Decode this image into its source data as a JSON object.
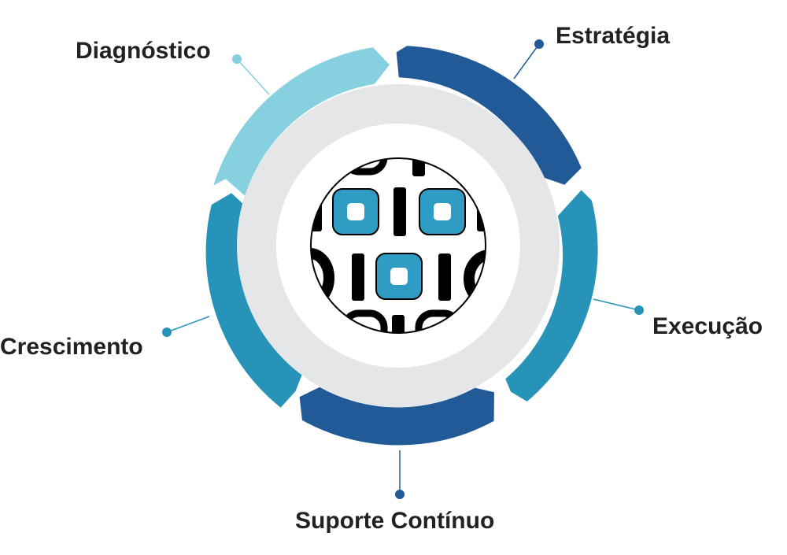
{
  "diagram": {
    "stages": [
      {
        "id": "diagnostico",
        "label": "Diagnóstico",
        "color": "#86d0e0"
      },
      {
        "id": "estrategia",
        "label": "Estratégia",
        "color": "#215a97"
      },
      {
        "id": "execucao",
        "label": "Execução",
        "color": "#2793b9"
      },
      {
        "id": "suporte",
        "label": "Suporte Contínuo",
        "color": "#215a97"
      },
      {
        "id": "crescimento",
        "label": "Crescimento",
        "color": "#2793b9"
      }
    ],
    "inner_ring_color": "#e5e6e8",
    "logo": {
      "name": "binary-globe-logo",
      "accent": "#2f9cc4",
      "ink": "#000000"
    }
  }
}
